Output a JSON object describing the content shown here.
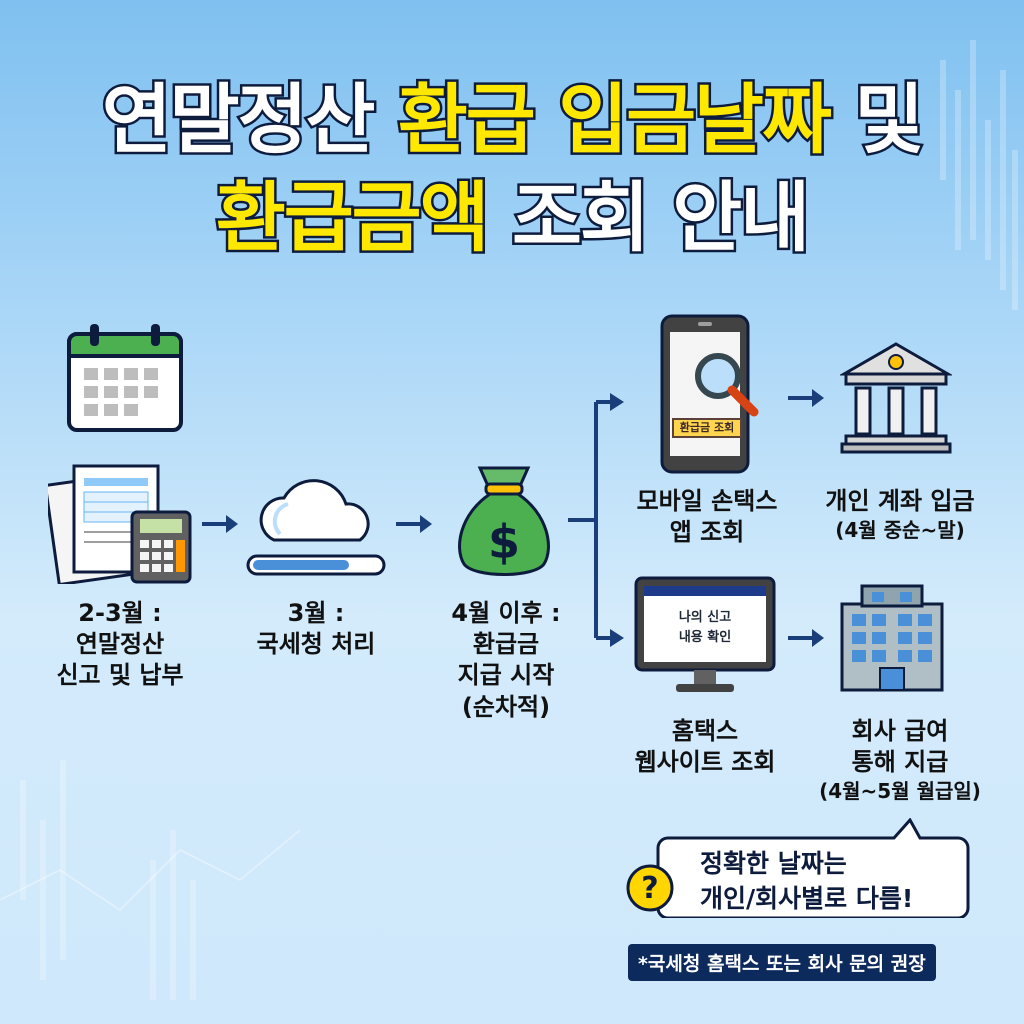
{
  "title": {
    "line1_white": "연말정산",
    "line1_yellow": "환급 입금날짜",
    "line1_white2": "및",
    "line2_yellow": "환급금액",
    "line2_white": "조회 안내"
  },
  "steps": [
    {
      "line1": "2-3월 :",
      "line2": "연말정산",
      "line3": "신고 및 납부"
    },
    {
      "line1": "3월 :",
      "line2": "국세청 처리"
    },
    {
      "line1": "4월 이후 :",
      "line2": "환급금",
      "line3": "지급 시작",
      "line4": "(순차적)"
    }
  ],
  "branches": {
    "mobile": {
      "line1": "모바일 손택스",
      "line2": "앱 조회",
      "screen_label": "환급금 조회"
    },
    "web": {
      "line1": "홈택스",
      "line2": "웹사이트 조회",
      "screen_line1": "나의 신고",
      "screen_line2": "내용 확인"
    },
    "bank": {
      "line1": "개인 계좌 입금",
      "line2": "(4월 중순~말)"
    },
    "company": {
      "line1": "회사 급여",
      "line2": "통해 지급",
      "line3": "(4월~5월 월급일)"
    }
  },
  "callout": {
    "line1": "정확한 날짜는",
    "line2": "개인/회사별로 다름!",
    "icon": "question-icon"
  },
  "note": "*국세청 홈택스 또는 회사 문의 권장",
  "colors": {
    "navy": "#0d1b3d",
    "yellow": "#ffe800",
    "green": "#4caf50",
    "accent_blue": "#1a3e7a"
  }
}
